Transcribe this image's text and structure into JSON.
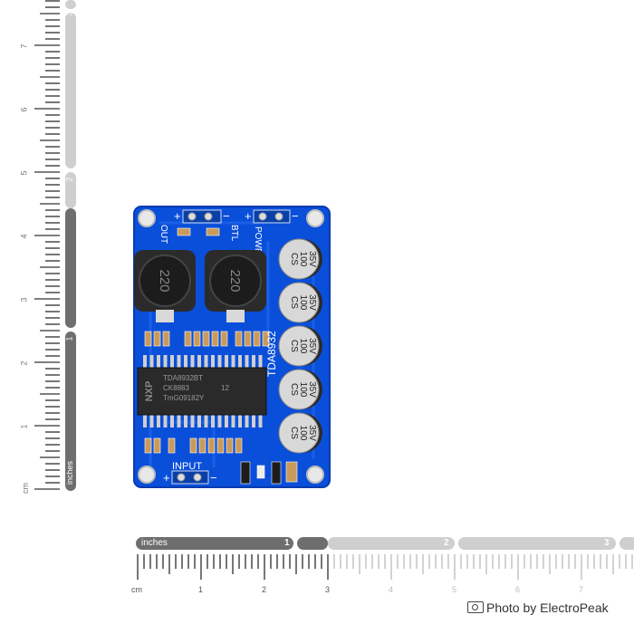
{
  "rulers": {
    "vertical": {
      "unit_cm": "cm",
      "unit_inches": "inches",
      "cm_labels": [
        "1",
        "2",
        "3",
        "4",
        "5",
        "6",
        "7"
      ],
      "inch_labels": [
        "1",
        "2",
        "3"
      ]
    },
    "horizontal": {
      "unit_cm": "cm",
      "unit_inches": "inches",
      "cm_labels": [
        "1",
        "2",
        "3",
        "4",
        "5",
        "6",
        "7"
      ],
      "inch_labels": [
        "1",
        "2",
        "3"
      ]
    }
  },
  "board": {
    "chip_label": "TDA8932",
    "chip_line1": "TDA8932BT",
    "chip_line2": "CK8883",
    "chip_line3": "TmG09182Y",
    "chip_code": "12",
    "chip_brand": "NXP",
    "inductor_label": "220",
    "cap_line1": "35V",
    "cap_line2": "100",
    "cap_line3": "CS",
    "out_label": "OUT",
    "btl_label": "BTL",
    "power_label": "POWER",
    "input_label": "INPUT",
    "plus": "+",
    "minus": "−"
  },
  "colors": {
    "pcb": "#0a4fd9",
    "pcb_dark": "#063bb0",
    "ruler_dark": "#6e6e6e",
    "ruler_light": "#cfcfcf"
  },
  "credit": "Photo by ElectroPeak"
}
